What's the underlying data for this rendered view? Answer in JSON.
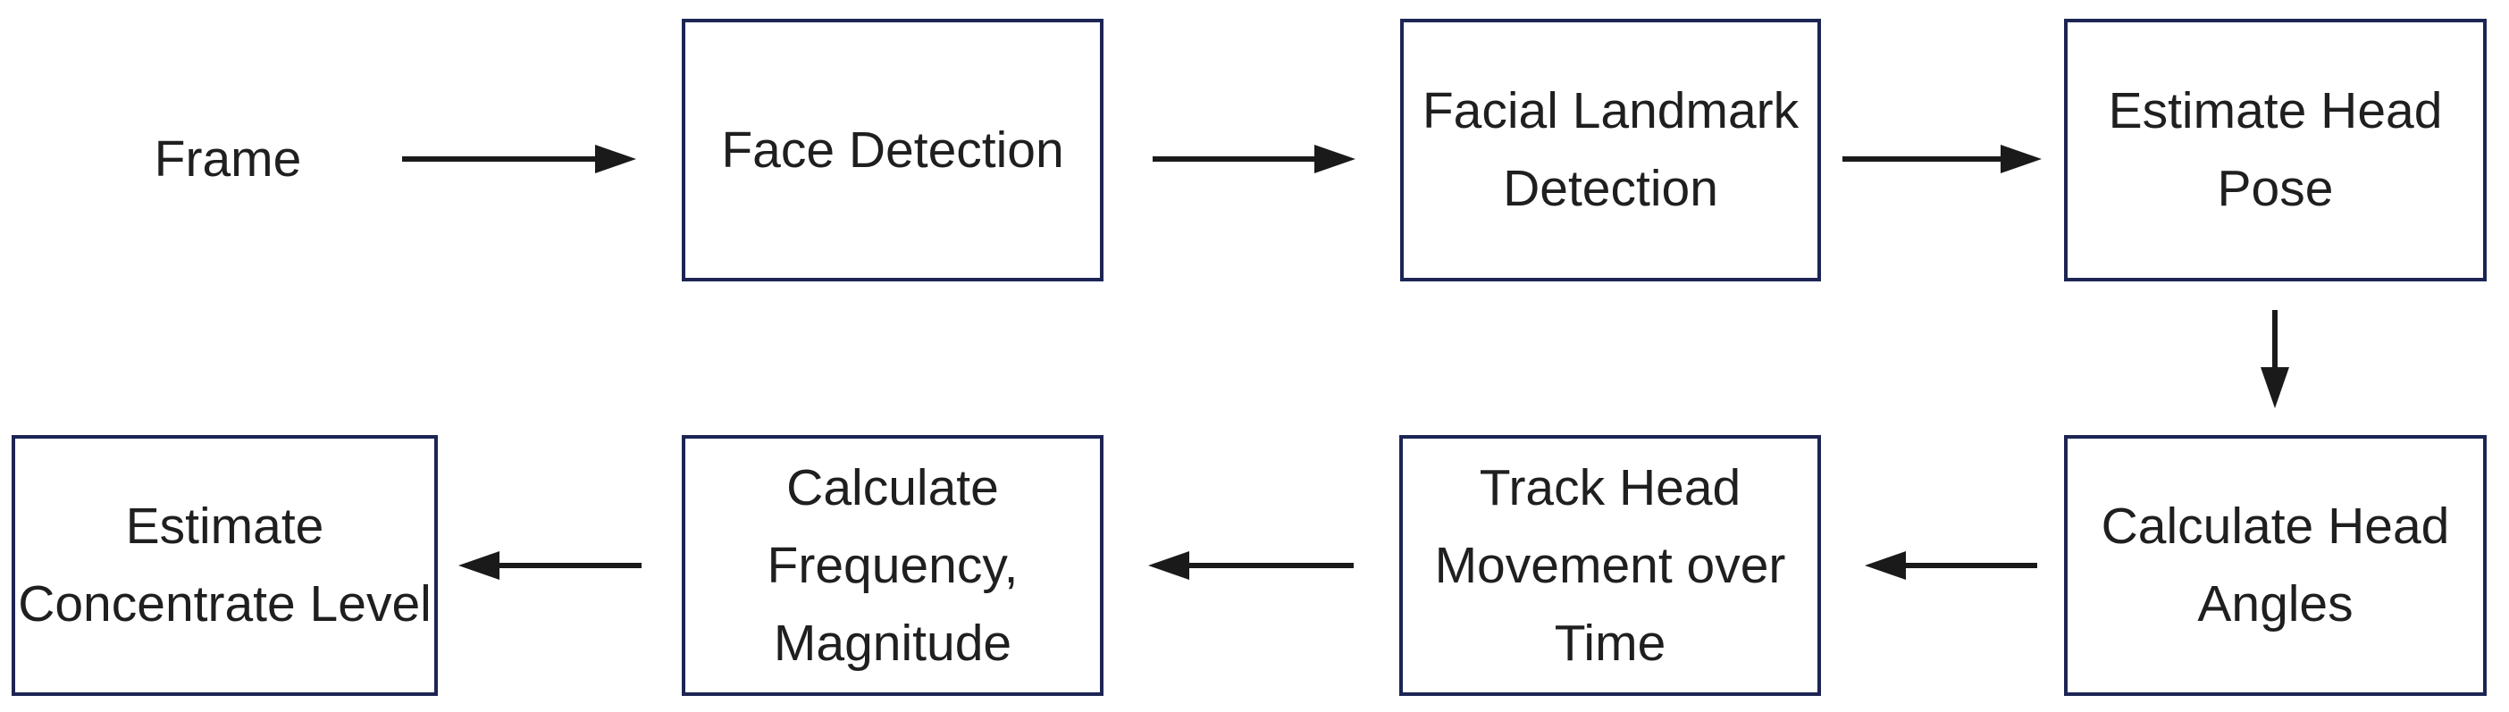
{
  "colors": {
    "background": "#ffffff",
    "box_border": "#1d2554",
    "text": "#1f1f1f",
    "arrow": "#1a1a1a"
  },
  "frame_label": "Frame",
  "nodes": [
    {
      "id": "face-detection",
      "lines": [
        "Face Detection"
      ]
    },
    {
      "id": "facial-landmark-detection",
      "lines": [
        "Facial Landmark",
        "Detection"
      ]
    },
    {
      "id": "estimate-head-pose",
      "lines": [
        "Estimate Head",
        "Pose"
      ]
    },
    {
      "id": "calculate-head-angles",
      "lines": [
        "Calculate Head",
        "Angles"
      ]
    },
    {
      "id": "track-head-movement-over-time",
      "lines": [
        "Track Head",
        "Movement over",
        "Time"
      ]
    },
    {
      "id": "calculate-frequency-magnitude",
      "lines": [
        "Calculate",
        "Frequency,",
        "Magnitude"
      ]
    },
    {
      "id": "estimate-concentrate-level",
      "lines": [
        "Estimate",
        "Concentrate Level"
      ]
    }
  ],
  "edges": [
    {
      "from": "frame",
      "to": "face-detection",
      "direction": "right"
    },
    {
      "from": "face-detection",
      "to": "facial-landmark-detection",
      "direction": "right"
    },
    {
      "from": "facial-landmark-detection",
      "to": "estimate-head-pose",
      "direction": "right"
    },
    {
      "from": "estimate-head-pose",
      "to": "calculate-head-angles",
      "direction": "down"
    },
    {
      "from": "calculate-head-angles",
      "to": "track-head-movement-over-time",
      "direction": "left"
    },
    {
      "from": "track-head-movement-over-time",
      "to": "calculate-frequency-magnitude",
      "direction": "left"
    },
    {
      "from": "calculate-frequency-magnitude",
      "to": "estimate-concentrate-level",
      "direction": "left"
    }
  ]
}
